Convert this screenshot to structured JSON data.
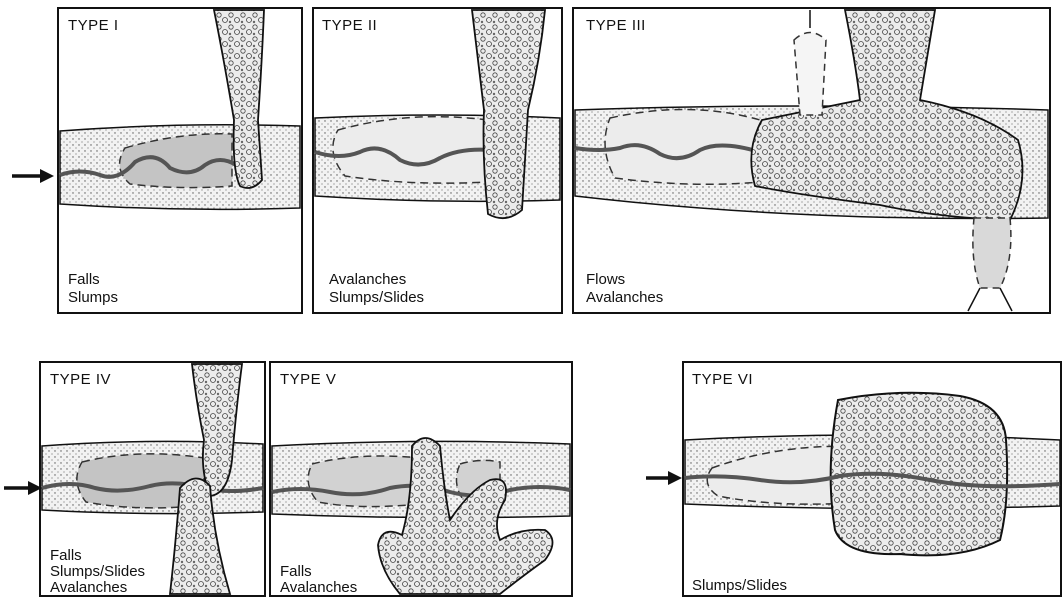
{
  "colors": {
    "ink": "#111111",
    "stream_band": "#d6d6d6",
    "deposit": "#e9e9e9",
    "disturbed_zone": "#c9c9c9",
    "background": "#ffffff"
  },
  "panels": [
    {
      "title": "TYPE I",
      "labels": [
        "Falls",
        "Slumps"
      ]
    },
    {
      "title": "TYPE II",
      "labels": [
        "Avalanches",
        "Slumps/Slides"
      ]
    },
    {
      "title": "TYPE III",
      "labels": [
        "Flows",
        "Avalanches"
      ]
    },
    {
      "title": "TYPE IV",
      "labels": [
        "Falls",
        "Slumps/Slides",
        "Avalanches"
      ]
    },
    {
      "title": "TYPE V",
      "labels": [
        "Falls",
        "Avalanches"
      ]
    },
    {
      "title": "TYPE VI",
      "labels": [
        "Slumps/Slides"
      ]
    }
  ],
  "icons": {
    "flow_arrow": "right-arrow-icon"
  }
}
